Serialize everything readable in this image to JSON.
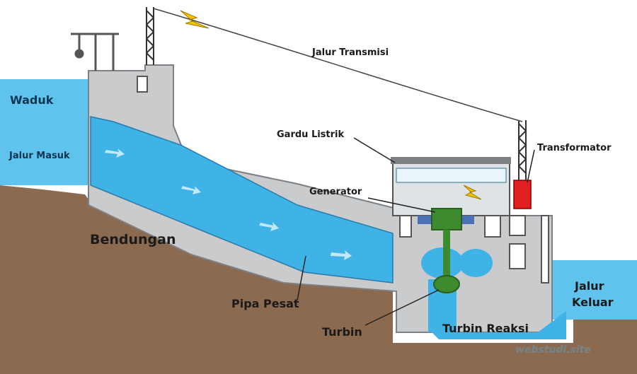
{
  "labels": {
    "waduk": "Waduk",
    "jalur_masuk": "Jalur Masuk",
    "jalur_transmisi": "Jalur Transmisi",
    "gardu_listrik": "Gardu Listrik",
    "transformator": "Transformator",
    "generator": "Generator",
    "bendungan": "Bendungan",
    "pipa_pesat": "Pipa Pesat",
    "turbin": "Turbin",
    "turbin_reaksi": "Turbin Reaksi",
    "jalur_keluar_1": "Jalur",
    "jalur_keluar_2": "Keluar"
  },
  "watermark": "webstudi.site",
  "colors": {
    "water": "#3fb3e6",
    "water_light": "#8fd4f2",
    "ground": "#8c6a4f",
    "concrete": "#c9cbcd",
    "concrete_dark": "#7d8084",
    "generator": "#3e8a2f",
    "transformer": "#e02020",
    "bolt": "#f2c400"
  }
}
